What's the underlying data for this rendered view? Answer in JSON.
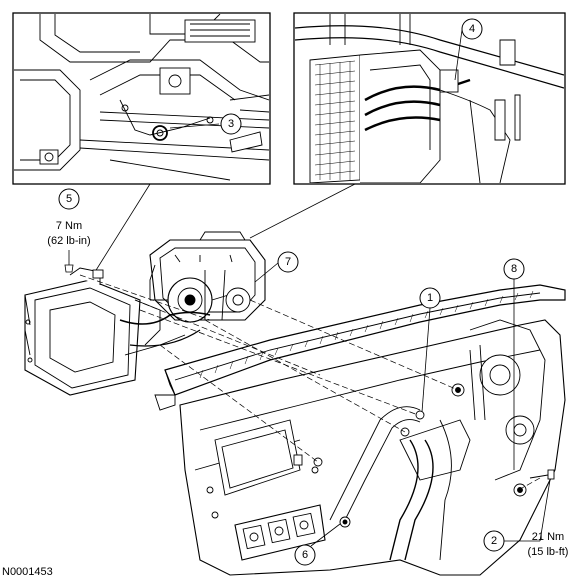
{
  "figure_id": "N0001453",
  "callouts": [
    {
      "id": "1",
      "label": "1"
    },
    {
      "id": "2",
      "label": "2"
    },
    {
      "id": "3",
      "label": "3"
    },
    {
      "id": "4",
      "label": "4"
    },
    {
      "id": "5",
      "label": "5"
    },
    {
      "id": "6",
      "label": "6"
    },
    {
      "id": "7",
      "label": "7"
    },
    {
      "id": "8",
      "label": "8"
    }
  ],
  "torque_specs": {
    "item5": {
      "metric": "7 Nm",
      "imperial": "(62 lb-in)"
    },
    "item2": {
      "metric": "21 Nm",
      "imperial": "(15 lb-ft)"
    }
  },
  "colors": {
    "line": "#000000",
    "background": "#ffffff",
    "shade": "#e6e6e6"
  }
}
